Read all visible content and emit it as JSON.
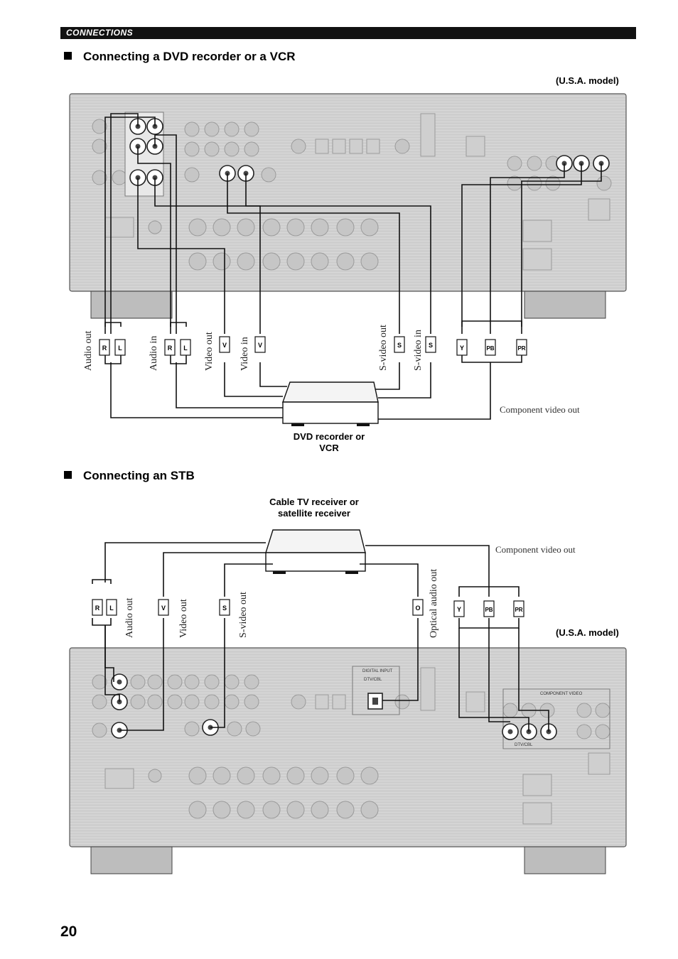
{
  "header": {
    "section": "CONNECTIONS"
  },
  "section1": {
    "title": "Connecting a DVD recorder or a VCR",
    "model": "(U.S.A. model)",
    "device_label_line1": "DVD recorder or",
    "device_label_line2": "VCR",
    "component_label": "Component video out",
    "cable_labels": [
      "Audio out",
      "Audio in",
      "Video out",
      "Video in",
      "S-video out",
      "S-video in"
    ],
    "plug_letters": [
      "R",
      "L",
      "R",
      "L",
      "V",
      "V",
      "S",
      "S",
      "Y",
      "PB",
      "PR"
    ]
  },
  "section2": {
    "title": "Connecting an STB",
    "model": "(U.S.A. model)",
    "device_label_line1": "Cable TV receiver or",
    "device_label_line2": "satellite receiver",
    "component_label": "Component video out",
    "cable_labels": [
      "Audio out",
      "Video out",
      "S-video out",
      "Optical audio out"
    ],
    "plug_letters": [
      "R",
      "L",
      "V",
      "S",
      "O",
      "Y",
      "PB",
      "PR"
    ],
    "panel_labels": [
      "DIGITAL INPUT",
      "DTV/CBL",
      "COMPONENT VIDEO",
      "DTV/CBL"
    ]
  },
  "page_number": "20"
}
